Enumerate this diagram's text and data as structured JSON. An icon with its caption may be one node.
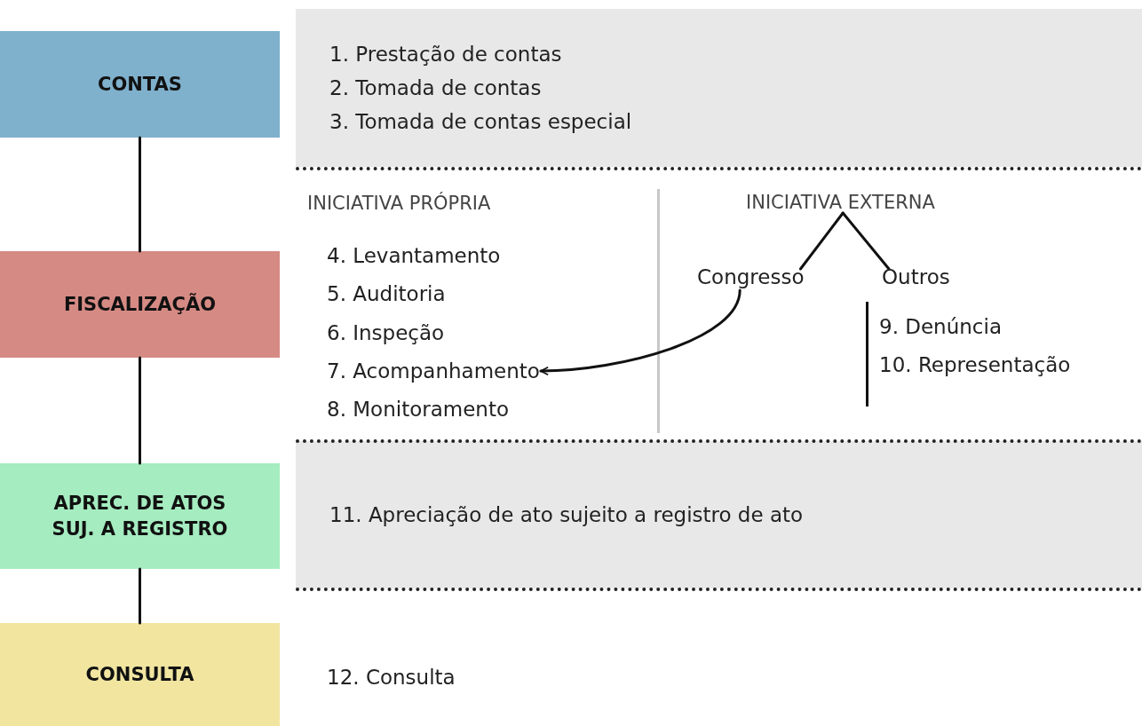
{
  "diagram": {
    "nodes": [
      {
        "text": [
          "CONTAS"
        ]
      },
      {
        "text": [
          "FISCALIZAÇÃO"
        ]
      },
      {
        "text": [
          "APREC. DE ATOS SUJ. A REGISTRO"
        ]
      },
      {
        "text": [
          "CONSULTA"
        ]
      },
      {
        "text": [
          "1. Prestação de contas",
          "2. Tomada de contas",
          "3. Tomada de contas especial"
        ]
      },
      {
        "text": [
          "INICIATIVA EXTERNA"
        ]
      },
      {
        "text": [
          "Congresso"
        ]
      },
      {
        "text": [
          "Outros"
        ]
      },
      {
        "text": [
          "7. Acompanhamento"
        ]
      },
      {
        "text": [
          "11. Apreciação de ato sujeito a registro de ato"
        ]
      }
    ],
    "edges": [
      {
        "from": 0,
        "to": 1,
        "arrow": "none"
      },
      {
        "from": 1,
        "to": 2,
        "arrow": "none"
      },
      {
        "from": 2,
        "to": 3,
        "arrow": "none"
      },
      {
        "from": 5,
        "to": 6,
        "arrow": "none"
      },
      {
        "from": 5,
        "to": 7,
        "arrow": "none"
      },
      {
        "from": 6,
        "to": 8,
        "arrow": "to"
      }
    ],
    "labels": [
      "INICIATIVA PRÓPRIA",
      "4. Levantamento",
      "5. Auditoria",
      "6. Inspeção",
      "8. Monitoramento",
      "9. Denúncia",
      "10. Representação",
      "12. Consulta"
    ]
  }
}
